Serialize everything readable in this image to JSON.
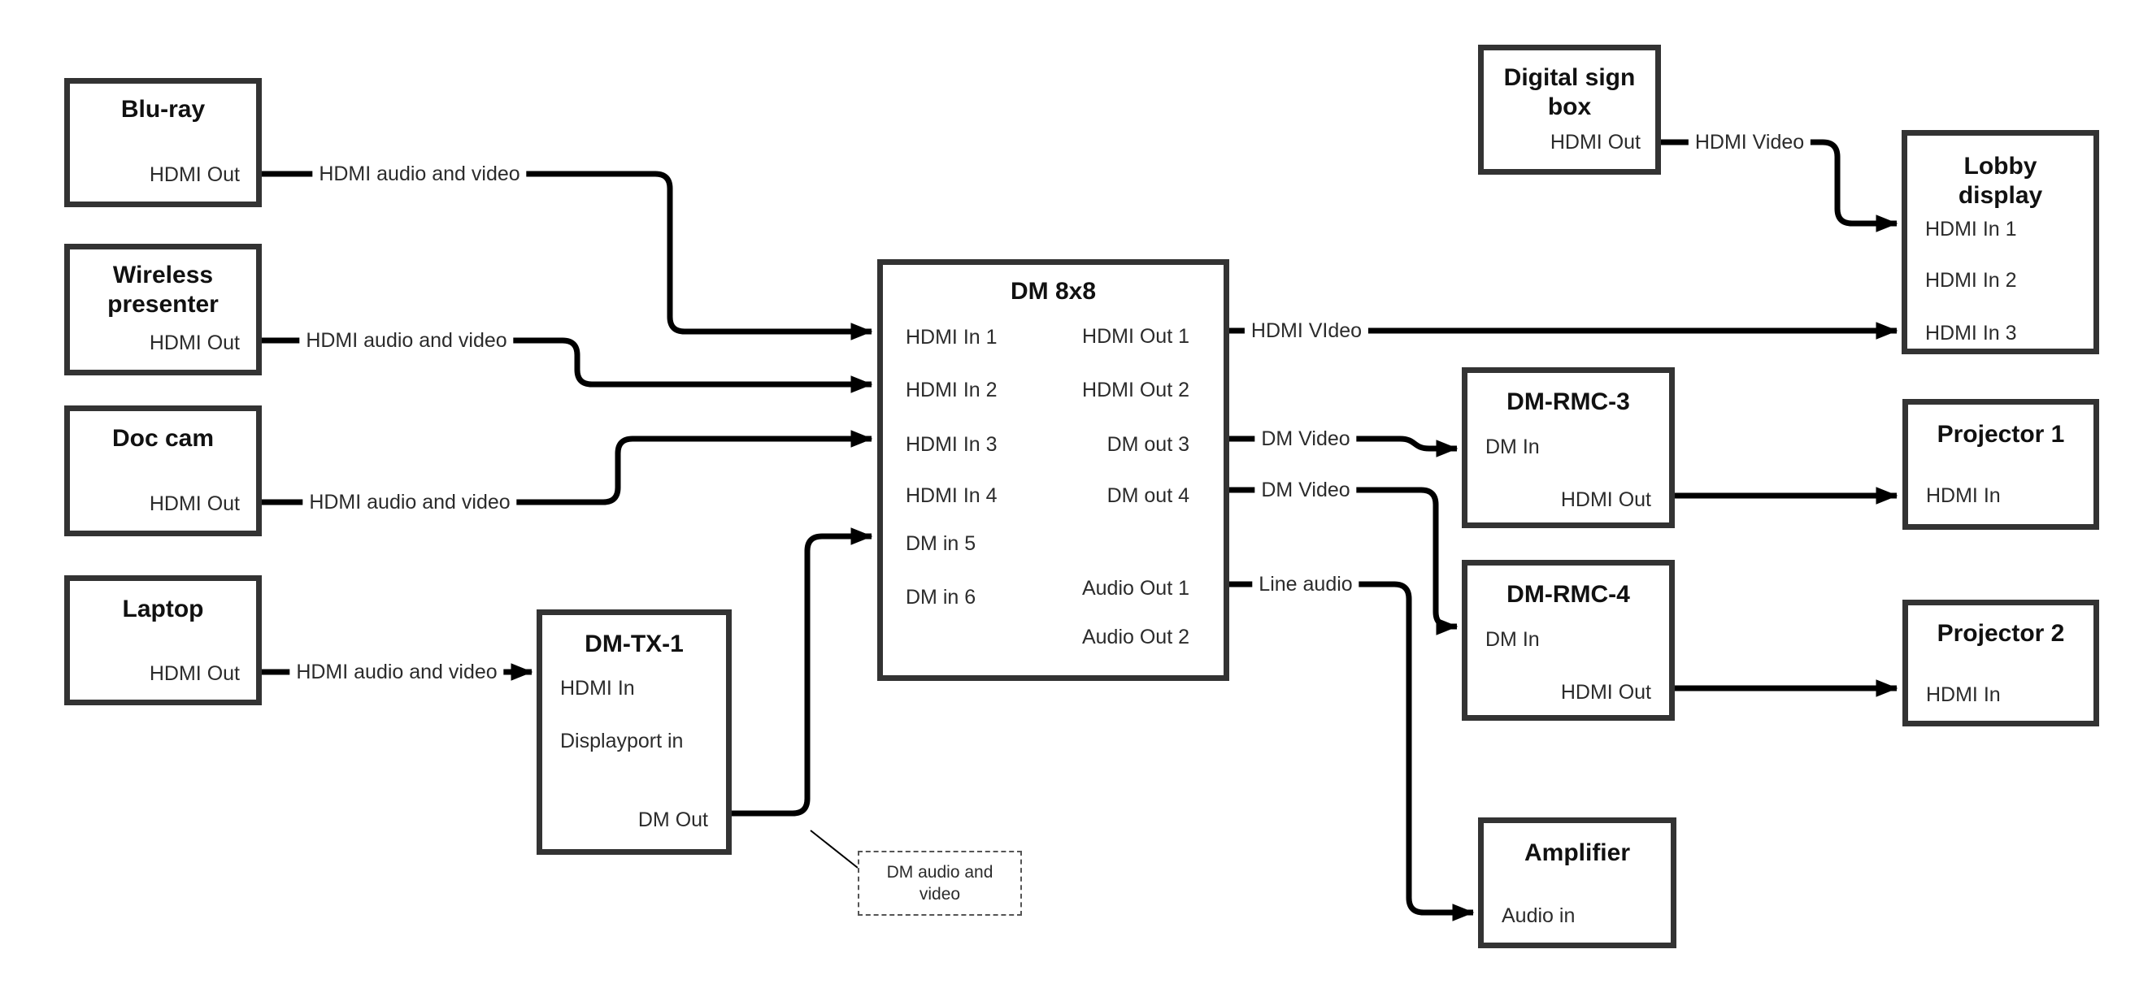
{
  "nodes": {
    "bluray": {
      "title": "Blu-ray",
      "ports": [
        "HDMI Out"
      ]
    },
    "wireless_presenter": {
      "title": "Wireless\npresenter",
      "ports": [
        "HDMI Out"
      ]
    },
    "doc_cam": {
      "title": "Doc cam",
      "ports": [
        "HDMI Out"
      ]
    },
    "laptop": {
      "title": "Laptop",
      "ports": [
        "HDMI Out"
      ]
    },
    "dm_tx_1": {
      "title": "DM-TX-1",
      "ports": [
        "HDMI In",
        "Displayport in",
        "DM Out"
      ]
    },
    "dm_8x8": {
      "title": "DM 8x8",
      "ports_left": [
        "HDMI In 1",
        "HDMI In 2",
        "HDMI In 3",
        "HDMI In 4",
        "DM in 5",
        "DM in 6"
      ],
      "ports_right": [
        "HDMI Out 1",
        "HDMI Out 2",
        "DM out 3",
        "DM out 4",
        "Audio Out 1",
        "Audio Out 2"
      ]
    },
    "digital_sign_box": {
      "title": "Digital sign\nbox",
      "ports": [
        "HDMI Out"
      ]
    },
    "lobby_display": {
      "title": "Lobby\ndisplay",
      "ports": [
        "HDMI In 1",
        "HDMI In 2",
        "HDMI In 3"
      ]
    },
    "dm_rmc_3": {
      "title": "DM-RMC-3",
      "ports": [
        "DM In",
        "HDMI Out"
      ]
    },
    "projector_1": {
      "title": "Projector 1",
      "ports": [
        "HDMI In"
      ]
    },
    "dm_rmc_4": {
      "title": "DM-RMC-4",
      "ports": [
        "DM In",
        "HDMI Out"
      ]
    },
    "projector_2": {
      "title": "Projector 2",
      "ports": [
        "HDMI In"
      ]
    },
    "amplifier": {
      "title": "Amplifier",
      "ports": [
        "Audio in"
      ]
    }
  },
  "edge_labels": {
    "bluray_to_dm8x8": "HDMI audio and video",
    "wireless_to_dm8x8": "HDMI audio and video",
    "doccam_to_dm8x8": "HDMI audio and video",
    "laptop_to_dmtx1": "HDMI audio and video",
    "hdmiout1_to_lobby": "HDMI VIdeo",
    "sign_to_lobby": "HDMI Video",
    "dmout3_to_rmc3": "DM Video",
    "dmout4_to_rmc4": "DM Video",
    "audioout1_to_amp": "Line audio"
  },
  "note": {
    "text": "DM audio and\nvideo"
  },
  "colors": {
    "line": "#000000",
    "box_border": "#333333",
    "text": "#2b2b2b",
    "background": "#ffffff"
  }
}
